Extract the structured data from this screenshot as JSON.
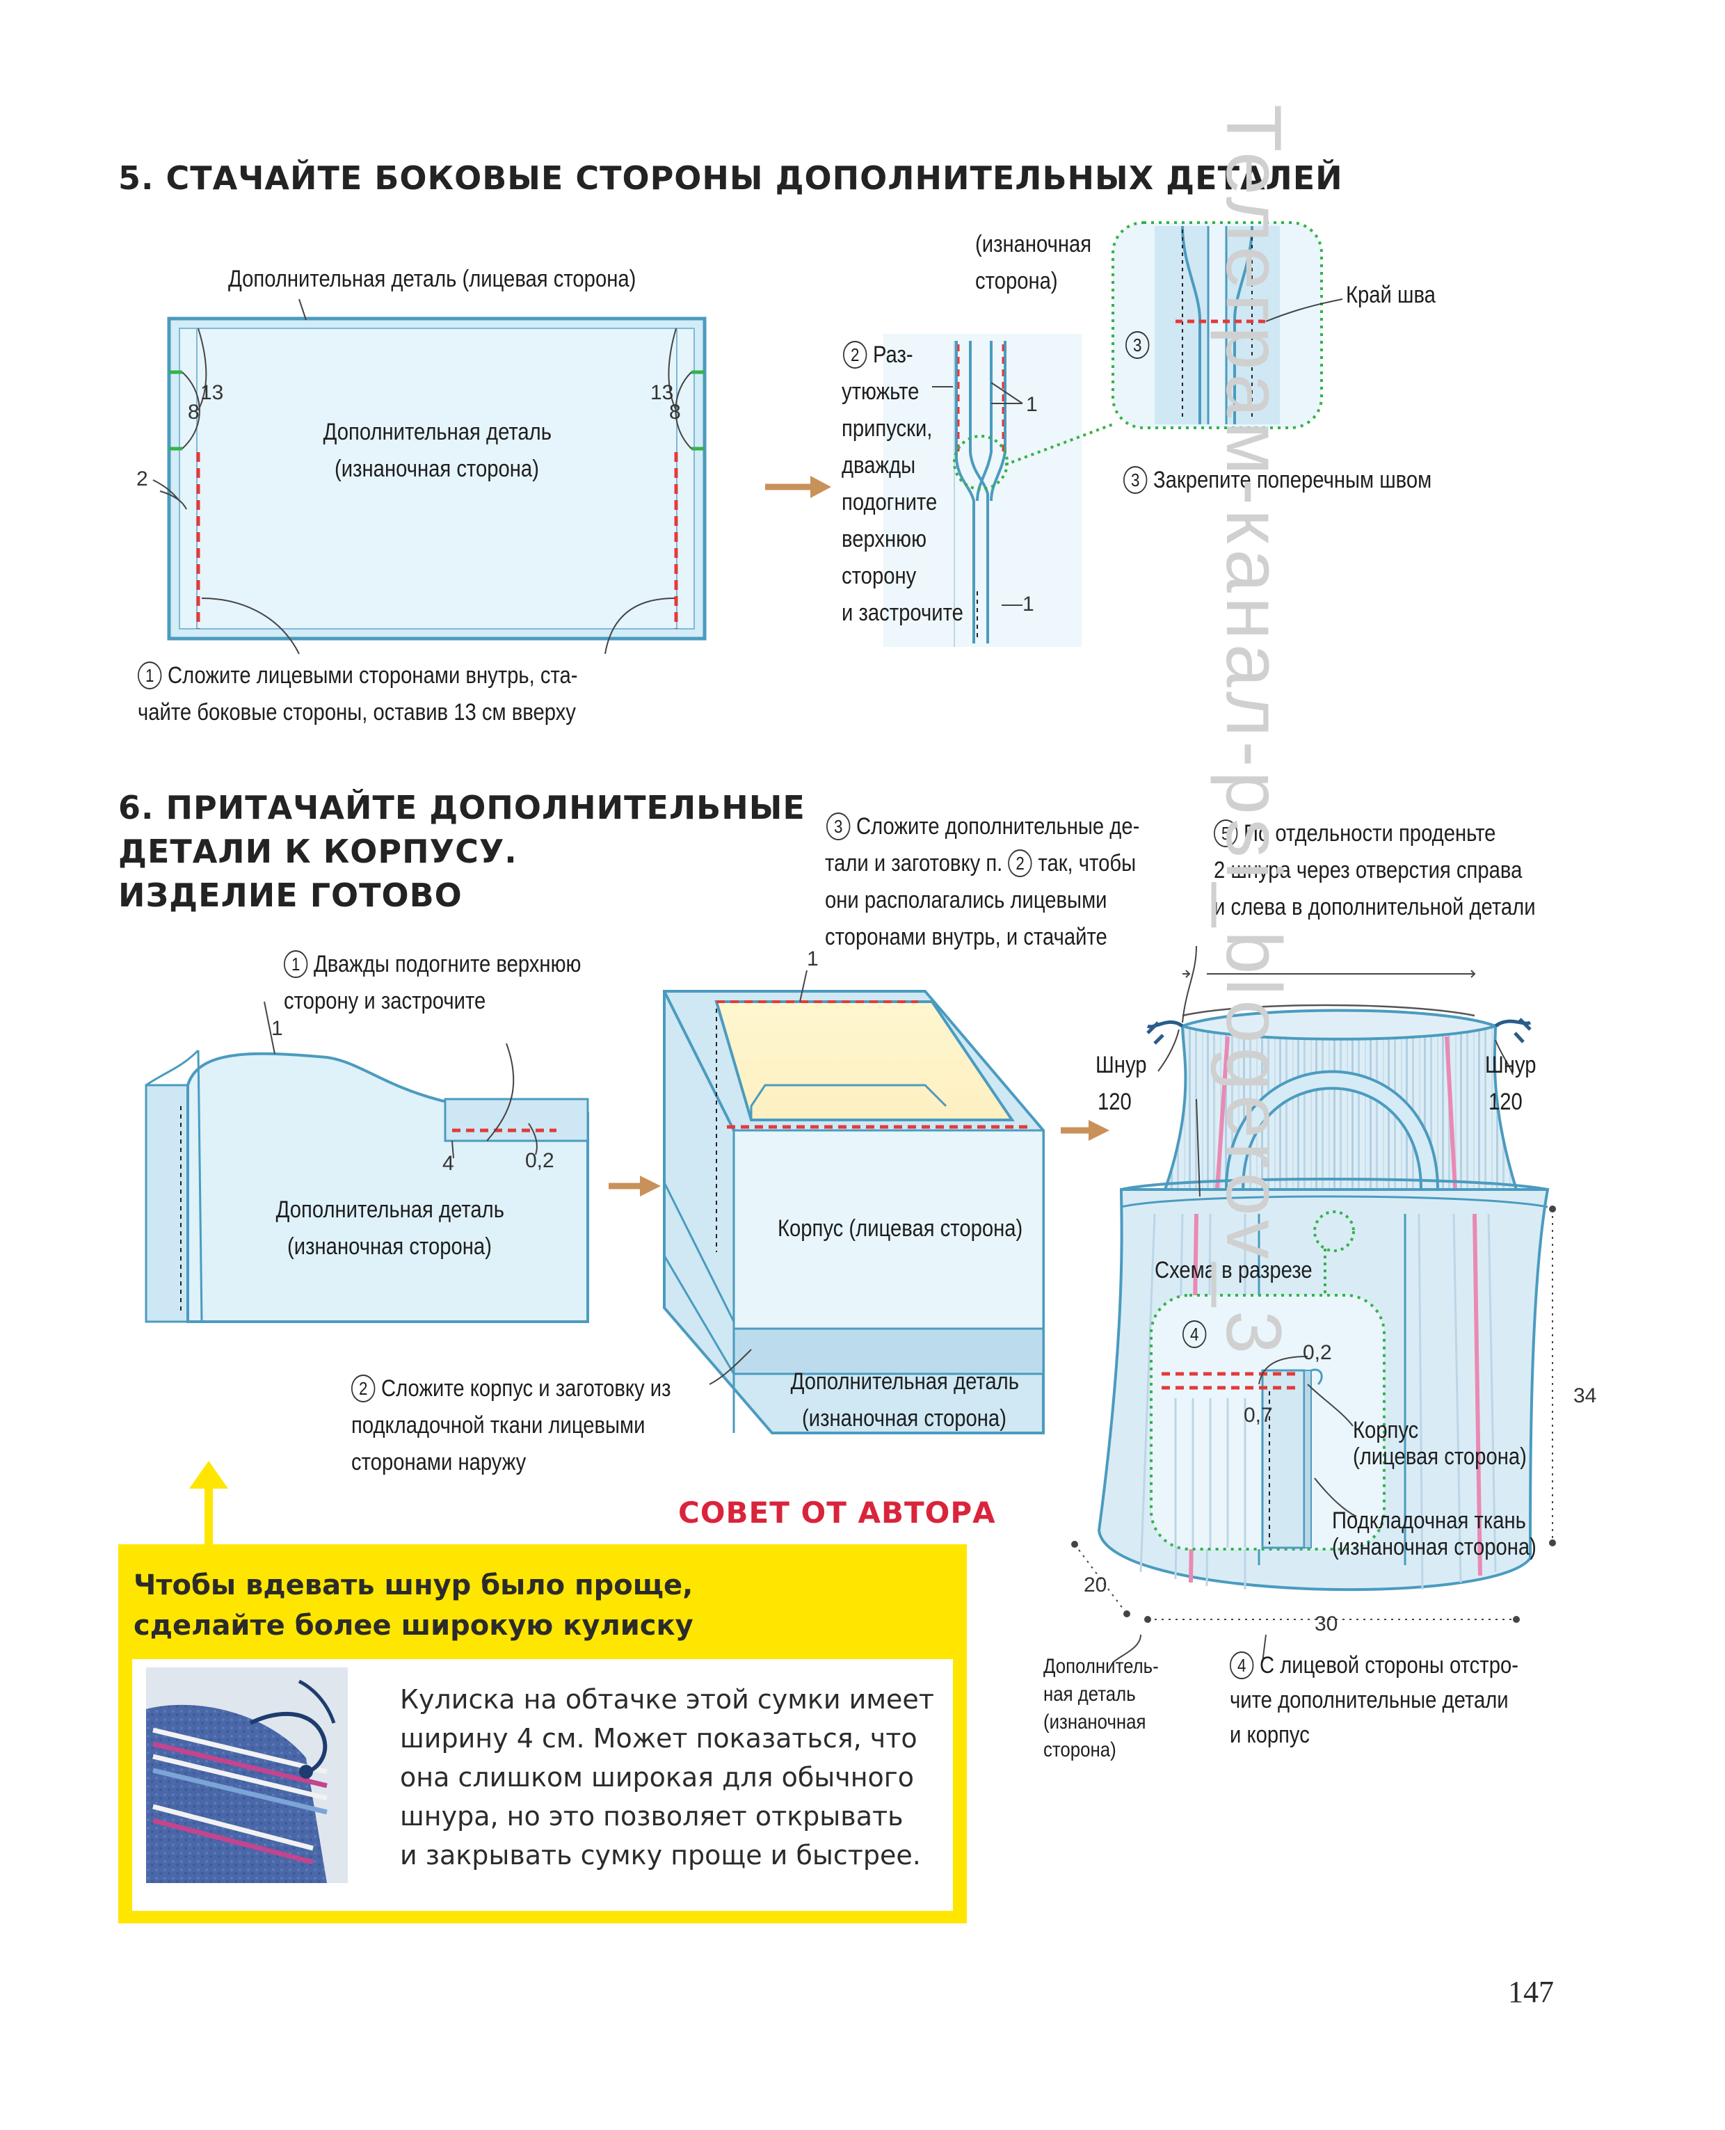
{
  "section5": {
    "title": "5. СТАЧАЙТЕ БОКОВЫЕ СТОРОНЫ ДОПОЛНИТЕЛЬНЫХ ДЕТАЛЕЙ",
    "label_top": "Дополнительная деталь (лицевая сторона)",
    "panel_line1": "Дополнительная деталь",
    "panel_line2": "(изнаночная сторона)",
    "n13_left": "13",
    "n8_left": "8",
    "n13_right": "13",
    "n8_right": "8",
    "n2": "2",
    "step1_line1": "Сложите лицевыми сторонами внутрь, ста-",
    "step1_line2": "чайте боковые стороны, оставив 13 см вверху",
    "step2_lines": [
      "Раз-",
      "утюжьте",
      "припуски,",
      "дважды",
      "подогните",
      "верхнюю",
      "сторону",
      "и застрочите"
    ],
    "wrong_side_1": "(изнаночная",
    "wrong_side_2": "сторона)",
    "n1_top": "1",
    "n1_bottom": "1",
    "seam_edge": "Край шва",
    "step3": "Закрепите поперечным швом",
    "circ1": "1",
    "circ2": "2",
    "circ3": "3"
  },
  "section6": {
    "title_line1": "6. ПРИТАЧАЙТЕ ДОПОЛНИТЕЛЬНЫЕ",
    "title_line2": "ДЕТАЛИ К КОРПУСУ.",
    "title_line3": "ИЗДЕЛИЕ ГОТОВО",
    "step1_line1": "Дважды подогните верхнюю",
    "step1_line2": "сторону и застрочите",
    "n1": "1",
    "n4": "4",
    "n02": "0,2",
    "panel_line1": "Дополнительная деталь",
    "panel_line2": "(изнаночная сторона)",
    "step2_line1": "Сложите корпус и заготовку из",
    "step2_line2": "подкладочной ткани лицевыми",
    "step2_line3": "сторонами наружу",
    "step3_line1": "Сложите дополнительные де-",
    "step3_line2": "тали и заготовку п.",
    "step3_line2b": "так, чтобы",
    "step3_line3": "они располагались лицевыми",
    "step3_line4": "сторонами внутрь, и стачайте",
    "n1_box": "1",
    "body_label": "Корпус (лицевая сторона)",
    "extra_line1": "Дополнительная деталь",
    "extra_line2": "(изнаночная сторона)",
    "step5_line1": "По отдельности проденьте",
    "step5_line2": "2 шнура через отверстия справа",
    "step5_line3": "и слева в дополнительной детали",
    "cord_left_1": "Шнур",
    "cord_left_2": "120",
    "cord_right_1": "Шнур",
    "cord_right_2": "120",
    "section_scheme": "Схема в разрезе",
    "n02_b": "0,2",
    "n07": "0,7",
    "body_right_1": "Корпус",
    "body_right_2": "(лицевая сторона)",
    "lining_1": "Подкладочная ткань",
    "lining_2": "(изнаночная сторона)",
    "dim34": "34",
    "dim20": "20",
    "dim30": "30",
    "extra_left_lines": [
      "Дополнитель-",
      "ная деталь",
      "(изнаночная",
      "сторона)"
    ],
    "step4_line1": "С лицевой стороны отстро-",
    "step4_line2": "чите дополнительные детали",
    "step4_line3": "и корпус",
    "circ1": "1",
    "circ2": "2",
    "circ2b": "2",
    "circ3": "3",
    "circ4": "4",
    "circ4b": "4",
    "circ5": "5"
  },
  "tip": {
    "header": "СОВЕТ ОТ АВТОРА",
    "title_line1": "Чтобы вдевать шнур было проще,",
    "title_line2": "сделайте более широкую кулиску",
    "text_lines": [
      "Кулиска на обтачке этой сумки имеет",
      "ширину 4 см. Может показаться, что",
      "она слишком широкая для обычного",
      "шнура, но это позволяет открывать",
      "и закрывать сумку проще и быстрее."
    ]
  },
  "watermark": "Телеграм-канал-psi_blogerov_3",
  "page_number": "147",
  "colors": {
    "fabric": "#d6eef8",
    "fabric_edge": "#5aa6c8",
    "seam_red": "#e23a3a",
    "highlight_green": "#35b24a",
    "arrow_brown": "#c9915a",
    "tip_yellow": "#ffe600",
    "tip_red": "#d9243b"
  }
}
